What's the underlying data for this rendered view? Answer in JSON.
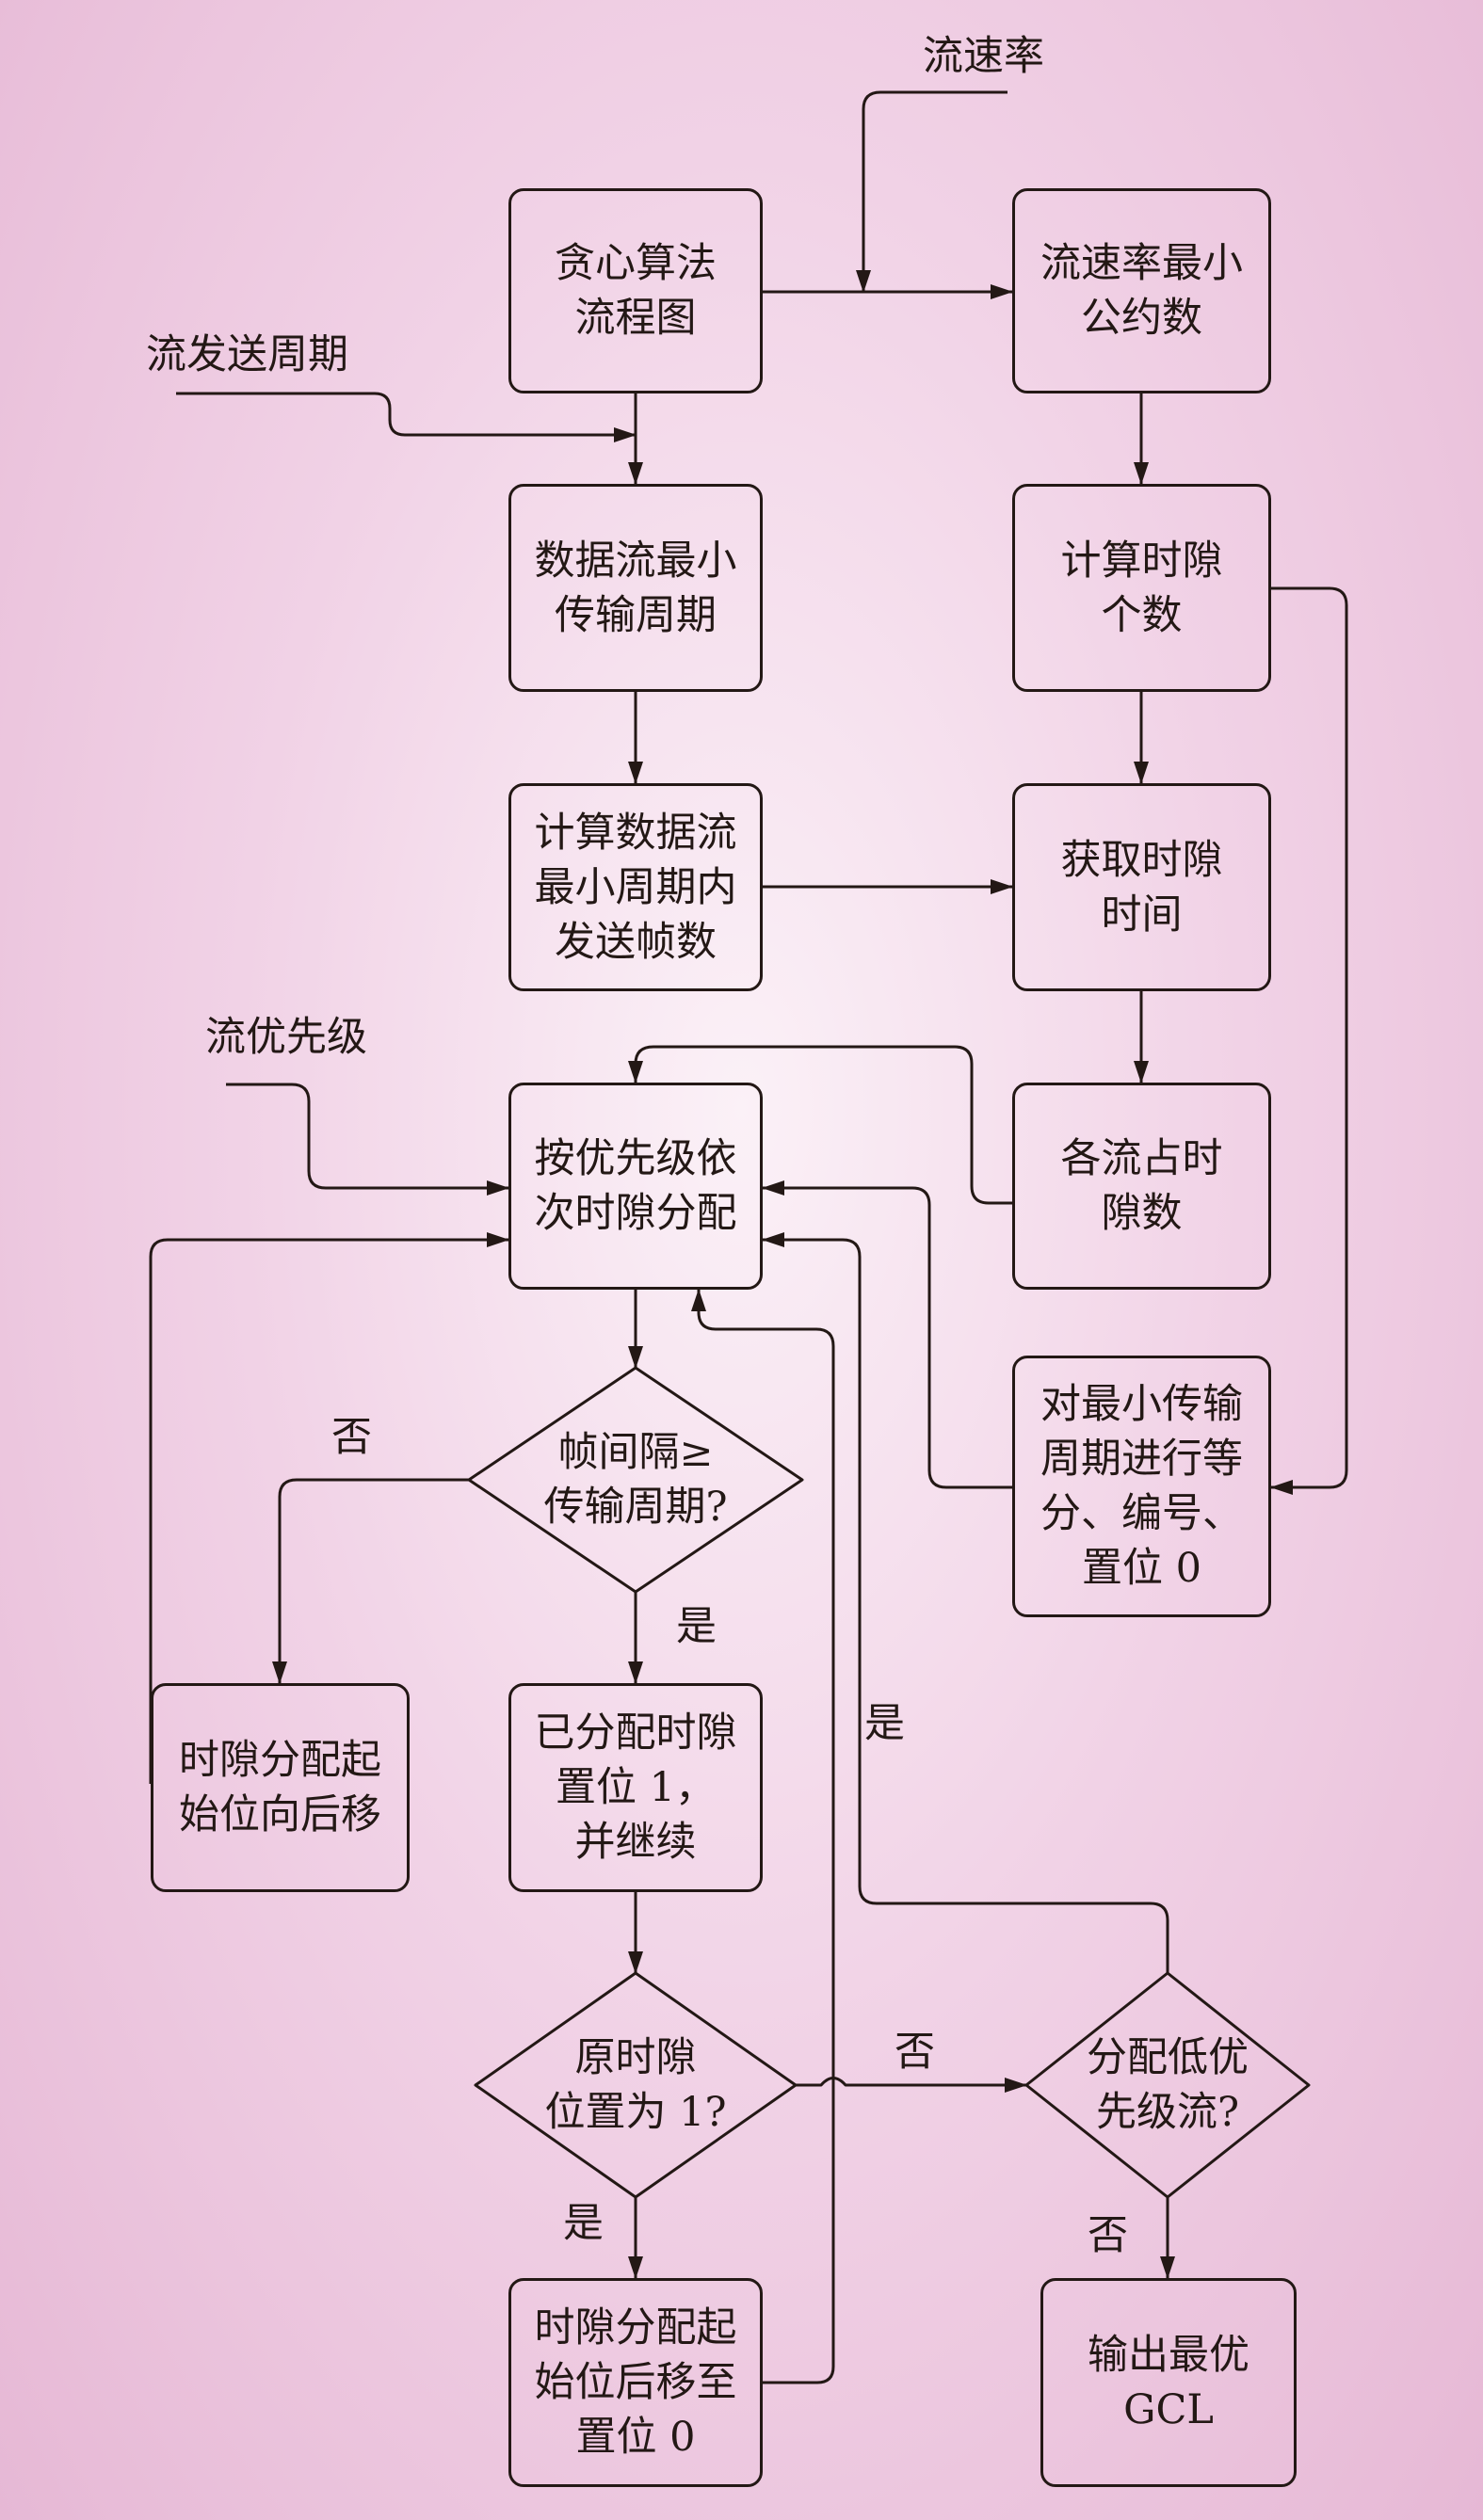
{
  "nodes": {
    "greedy_flowchart": "贪心算法\n流程图",
    "lcd_rate": "流速率最小\n公约数",
    "min_period": "数据流最小\n传输周期",
    "calc_slots": "计算时隙\n个数",
    "calc_frames": "计算数据流\n最小周期内\n发送帧数",
    "get_slot_time": "获取时隙\n时间",
    "assign_by_priority": "按优先级依\n次时隙分配",
    "slots_per_flow": "各流占时\n隙数",
    "divide_period": "对最小传输\n周期进行等\n分、编号、\n置位 0",
    "interval_check": "帧间隔≥\n传输周期?",
    "shift_start": "时隙分配起\n始位向后移",
    "set_assigned": "已分配时隙\n置位 1，\n并继续",
    "orig_slot_check": "原时隙\n位置为 1?",
    "low_priority_check": "分配低优\n先级流?",
    "shift_to_zero": "时隙分配起\n始位后移至\n置位 0",
    "output_gcl": "输出最优\nGCL"
  },
  "inputs": {
    "flow_rate": "流速率",
    "flow_send_period": "流发送周期",
    "flow_priority": "流优先级"
  },
  "edge_labels": {
    "interval_no": "否",
    "interval_yes": "是",
    "orig_yes": "是",
    "orig_no": "否",
    "low_yes": "是",
    "low_no": "否"
  }
}
